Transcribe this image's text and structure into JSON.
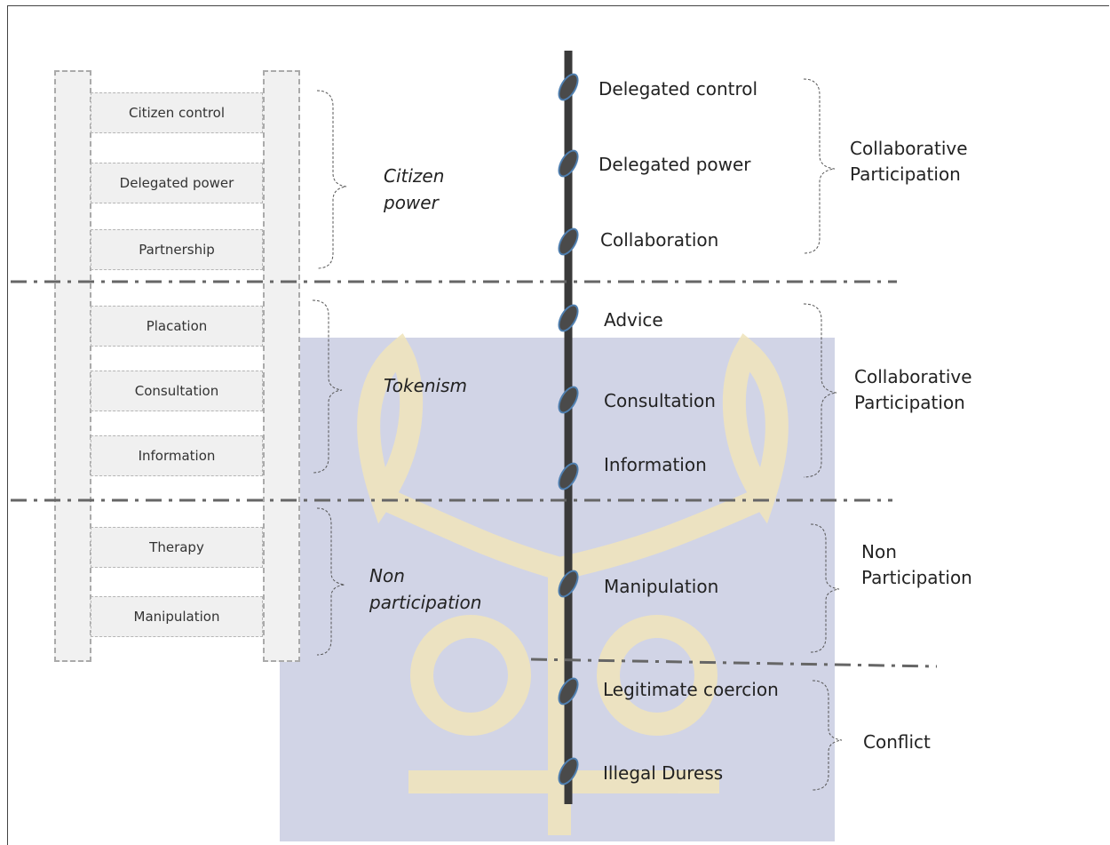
{
  "ladder": {
    "rungs": [
      "Citizen control",
      "Delegated power",
      "Partnership",
      "Placation",
      "Consultation",
      "Information",
      "Therapy",
      "Manipulation"
    ],
    "groups": [
      {
        "line1": "Citizen",
        "line2": "power"
      },
      {
        "line1": "Tokenism",
        "line2": ""
      },
      {
        "line1": "Non",
        "line2": "participation"
      }
    ]
  },
  "spine": {
    "levels": [
      "Delegated control",
      "Delegated power",
      "Collaboration",
      "Advice",
      "Consultation",
      "Information",
      "Manipulation",
      "Legitimate coercion",
      "Illegal Duress"
    ],
    "groups": [
      {
        "line1": "Collaborative",
        "line2": "Participation"
      },
      {
        "line1": "Collaborative",
        "line2": "Participation"
      },
      {
        "line1": "Non",
        "line2": "Participation"
      },
      {
        "line1": "Conflict",
        "line2": ""
      }
    ]
  },
  "colors": {
    "spine": "#3a3a3a",
    "node_fill": "#4a4a4a",
    "node_border": "#4f7fb0",
    "divider": "#666666",
    "brace": "#555555",
    "watermark_blue": "#c9cde2",
    "watermark_gold": "#efe4bd"
  }
}
